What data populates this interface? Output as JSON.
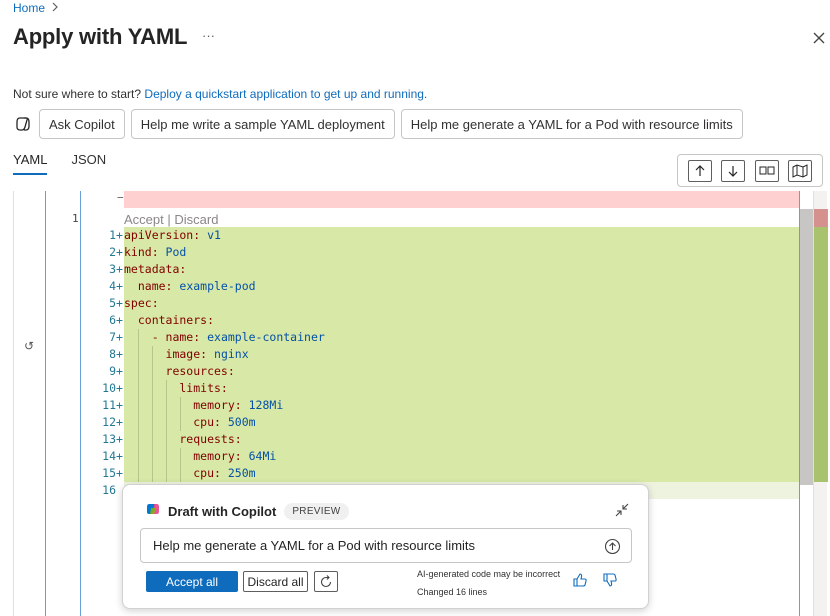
{
  "breadcrumb": {
    "home": "Home",
    "sep": ">"
  },
  "page": {
    "title": "Apply with YAML",
    "more": "···"
  },
  "hint": {
    "text": "Not sure where to start?",
    "link": "Deploy a quickstart application to get up and running."
  },
  "copilot_prompts": {
    "ask": "Ask Copilot",
    "p1": "Help me write a sample YAML deployment",
    "p2": "Help me generate a YAML for a Pod with resource limits"
  },
  "tabs": {
    "yaml": "YAML",
    "json": "JSON"
  },
  "editor": {
    "removed_marker": "−",
    "original_line_number": "1",
    "accept": "Accept",
    "divider": " | ",
    "discard": "Discard",
    "revert_icon": "↺",
    "lines": [
      {
        "num": "1",
        "mark": "+"
      },
      {
        "num": "2",
        "mark": "+"
      },
      {
        "num": "3",
        "mark": "+"
      },
      {
        "num": "4",
        "mark": "+"
      },
      {
        "num": "5",
        "mark": "+"
      },
      {
        "num": "6",
        "mark": "+"
      },
      {
        "num": "7",
        "mark": "+"
      },
      {
        "num": "8",
        "mark": "+"
      },
      {
        "num": "9",
        "mark": "+"
      },
      {
        "num": "10",
        "mark": "+"
      },
      {
        "num": "11",
        "mark": "+"
      },
      {
        "num": "12",
        "mark": "+"
      },
      {
        "num": "13",
        "mark": "+"
      },
      {
        "num": "14",
        "mark": "+"
      },
      {
        "num": "15",
        "mark": "+"
      },
      {
        "num": "16",
        "mark": ""
      }
    ],
    "code": [
      {
        "key": "apiVersion:",
        "val": " v1"
      },
      {
        "key": "kind:",
        "val": " Pod"
      },
      {
        "key": "metadata:",
        "val": ""
      },
      {
        "key": "  name:",
        "val": " example-pod"
      },
      {
        "key": "spec:",
        "val": ""
      },
      {
        "key": "  containers:",
        "val": ""
      },
      {
        "key": "    - name:",
        "val": " example-container"
      },
      {
        "key": "      image:",
        "val": " nginx"
      },
      {
        "key": "      resources:",
        "val": ""
      },
      {
        "key": "        limits:",
        "val": ""
      },
      {
        "key": "          memory:",
        "val": " 128Mi"
      },
      {
        "key": "          cpu:",
        "val": " 500m"
      },
      {
        "key": "        requests:",
        "val": ""
      },
      {
        "key": "          memory:",
        "val": " 64Mi"
      },
      {
        "key": "          cpu:",
        "val": " 250m"
      },
      {
        "key": "",
        "val": ""
      }
    ]
  },
  "draft": {
    "title": "Draft with Copilot",
    "badge": "PREVIEW",
    "input_value": "Help me generate a YAML for a Pod with resource limits",
    "accept_all": "Accept all",
    "discard_all": "Discard all",
    "disclaimer": "AI-generated code may be incorrect",
    "changed": "Changed 16 lines"
  },
  "colors": {
    "accent": "#0f6cbd",
    "added": "#d8e8a6",
    "removed": "#ffd0d0"
  },
  "icons": [
    "chevron-right-icon",
    "more-icon",
    "close-icon",
    "copilot-icon",
    "arrow-up-icon",
    "arrow-down-icon",
    "split-view-icon",
    "map-icon",
    "revert-icon",
    "collapse-icon",
    "send-icon",
    "regenerate-icon",
    "thumbs-up-icon",
    "thumbs-down-icon"
  ]
}
